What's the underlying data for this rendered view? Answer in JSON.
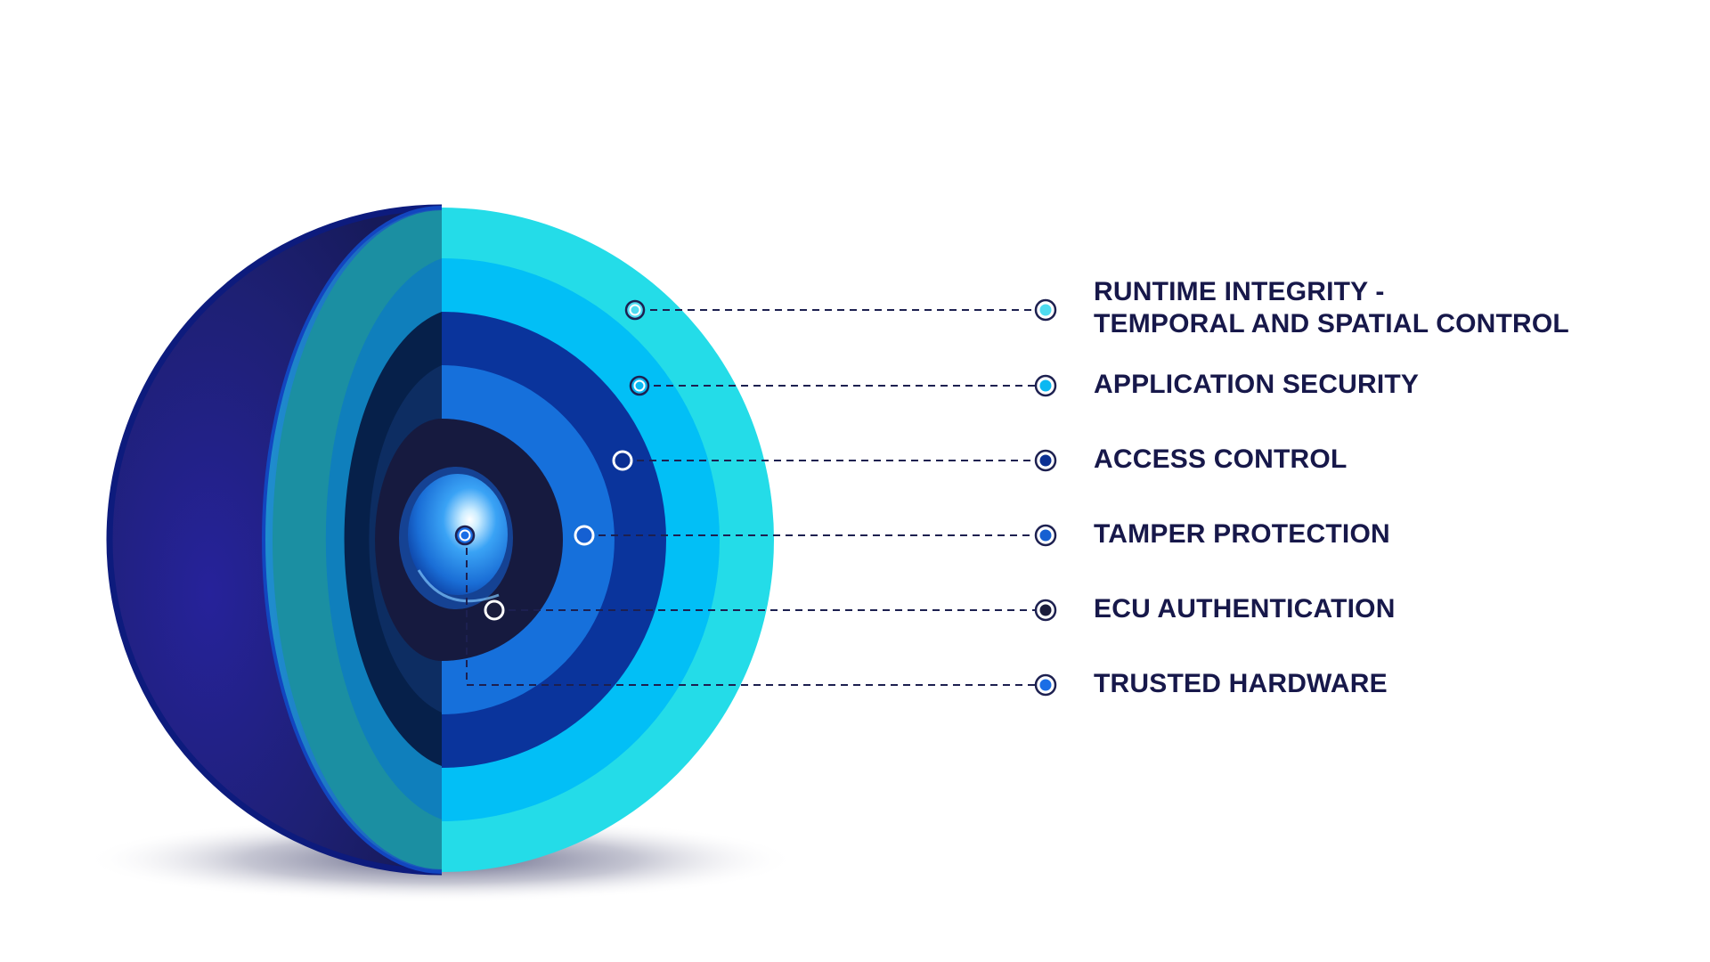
{
  "layers": [
    {
      "id": "runtime-integrity",
      "lines": [
        "RUNTIME INTEGRITY -",
        "TEMPORAL AND SPATIAL CONTROL"
      ],
      "ring_color": "#24dce8",
      "dot_color": "#4fdcf0"
    },
    {
      "id": "application-security",
      "lines": [
        "APPLICATION SECURITY"
      ],
      "ring_color": "#02bff6",
      "dot_color": "#0ab8f2"
    },
    {
      "id": "access-control",
      "lines": [
        "ACCESS CONTROL"
      ],
      "ring_color": "#0a349c",
      "dot_color": "#0a2f92"
    },
    {
      "id": "tamper-protection",
      "lines": [
        "TAMPER PROTECTION"
      ],
      "ring_color": "#1670db",
      "dot_color": "#1560d2"
    },
    {
      "id": "ecu-authentication",
      "lines": [
        "ECU AUTHENTICATION"
      ],
      "ring_color": "#161a3f",
      "dot_color": "#1a1c3c"
    },
    {
      "id": "trusted-hardware",
      "lines": [
        "TRUSTED HARDWARE"
      ],
      "ring_color": "#1f8ff0",
      "dot_color": "#1a6ee6"
    }
  ],
  "colors": {
    "text": "#17184a",
    "connector": "#1d2050",
    "sphere_back": "#22237a",
    "sphere_rim": "#0d1b7d"
  }
}
